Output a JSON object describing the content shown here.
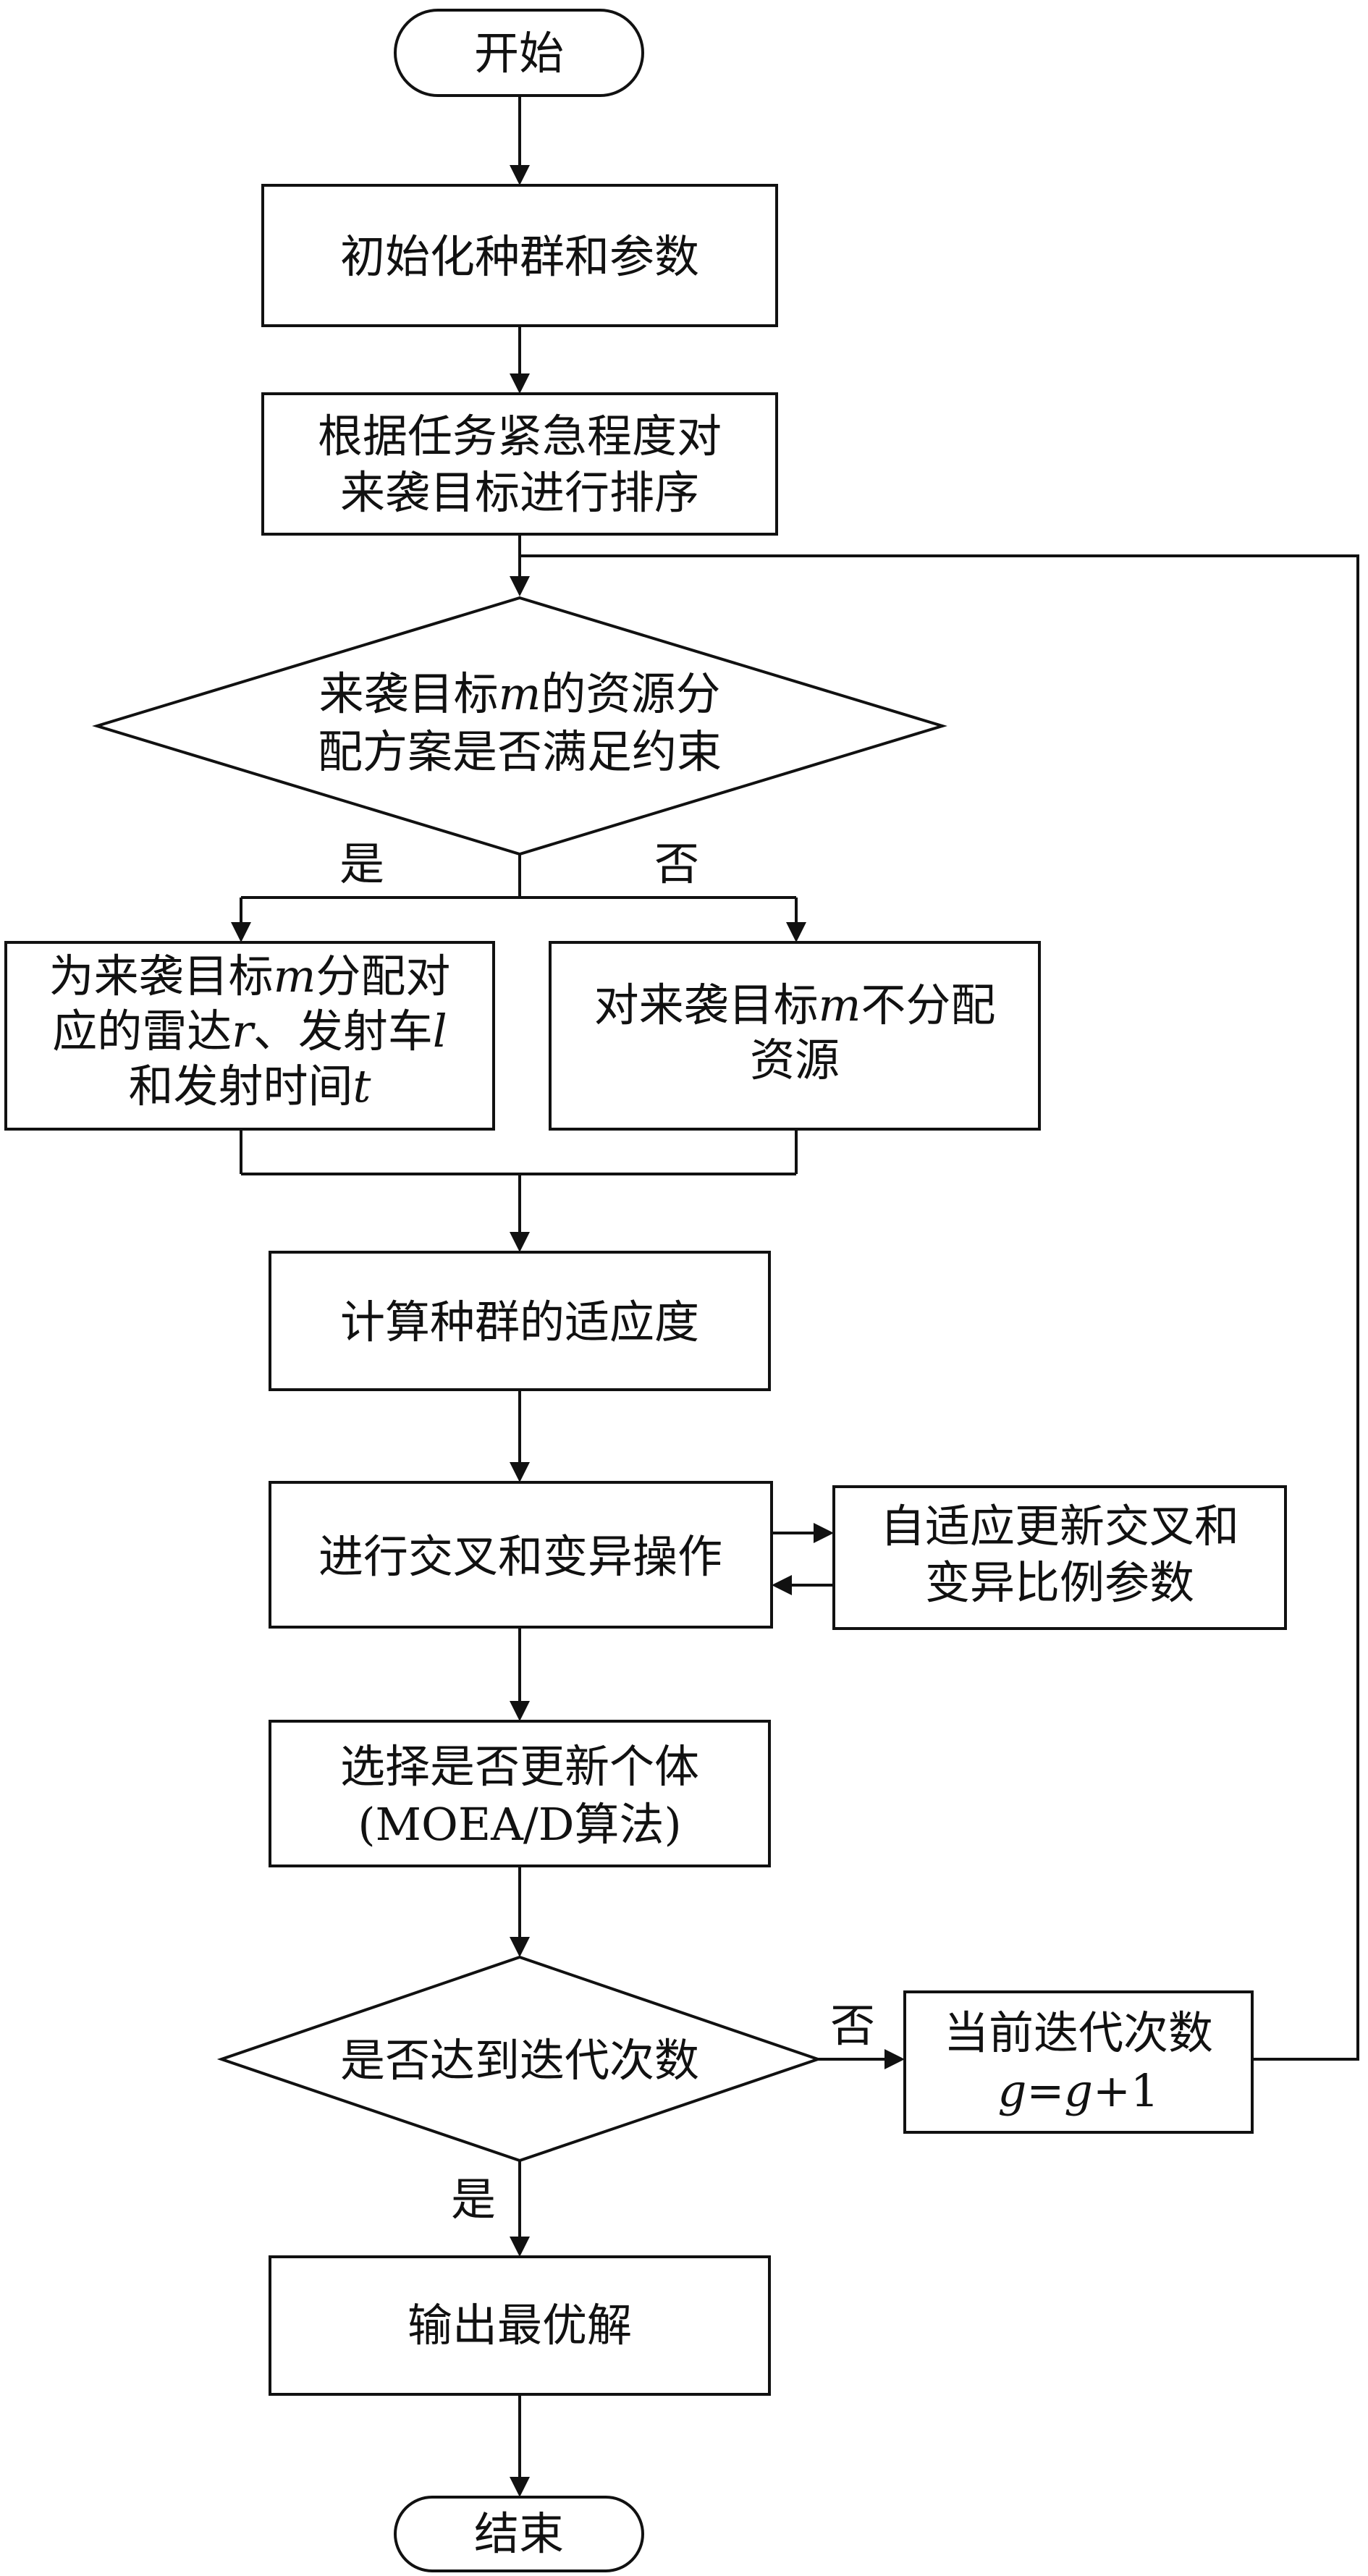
{
  "nodes": {
    "start": "开始",
    "init": "初始化种群和参数",
    "sort_l1": "根据任务紧急程度对",
    "sort_l2": "来袭目标进行排序",
    "check_l1_a": "来袭目标",
    "check_l1_var": "m",
    "check_l1_b": "的资源分",
    "check_l2": "配方案是否满足约束",
    "assign_l1_a": "为来袭目标",
    "assign_l1_var": "m",
    "assign_l1_b": "分配对",
    "assign_l2_a": "应的雷达",
    "assign_l2_var1": "r",
    "assign_l2_b": "、发射车",
    "assign_l2_var2": "l",
    "assign_l3_a": "和发射时间",
    "assign_l3_var": "t",
    "noassign_l1_a": "对来袭目标",
    "noassign_l1_var": "m",
    "noassign_l1_b": "不分配",
    "noassign_l2": "资源",
    "fitness": "计算种群的适应度",
    "crossover": "进行交叉和变异操作",
    "adaptive_l1": "自适应更新交叉和",
    "adaptive_l2": "变异比例参数",
    "select_l1": "选择是否更新个体",
    "select_l2": "(MOEA/D算法)",
    "iter_check": "是否达到迭代次数",
    "iter_update_l1": "当前迭代次数",
    "iter_update_l2_g1": "g",
    "iter_update_l2_eq": "=",
    "iter_update_l2_g2": "g",
    "iter_update_l2_plus": "+1",
    "output": "输出最优解",
    "end": "结束"
  },
  "edge_labels": {
    "check_yes": "是",
    "check_no": "否",
    "iter_no": "否",
    "iter_yes": "是"
  }
}
